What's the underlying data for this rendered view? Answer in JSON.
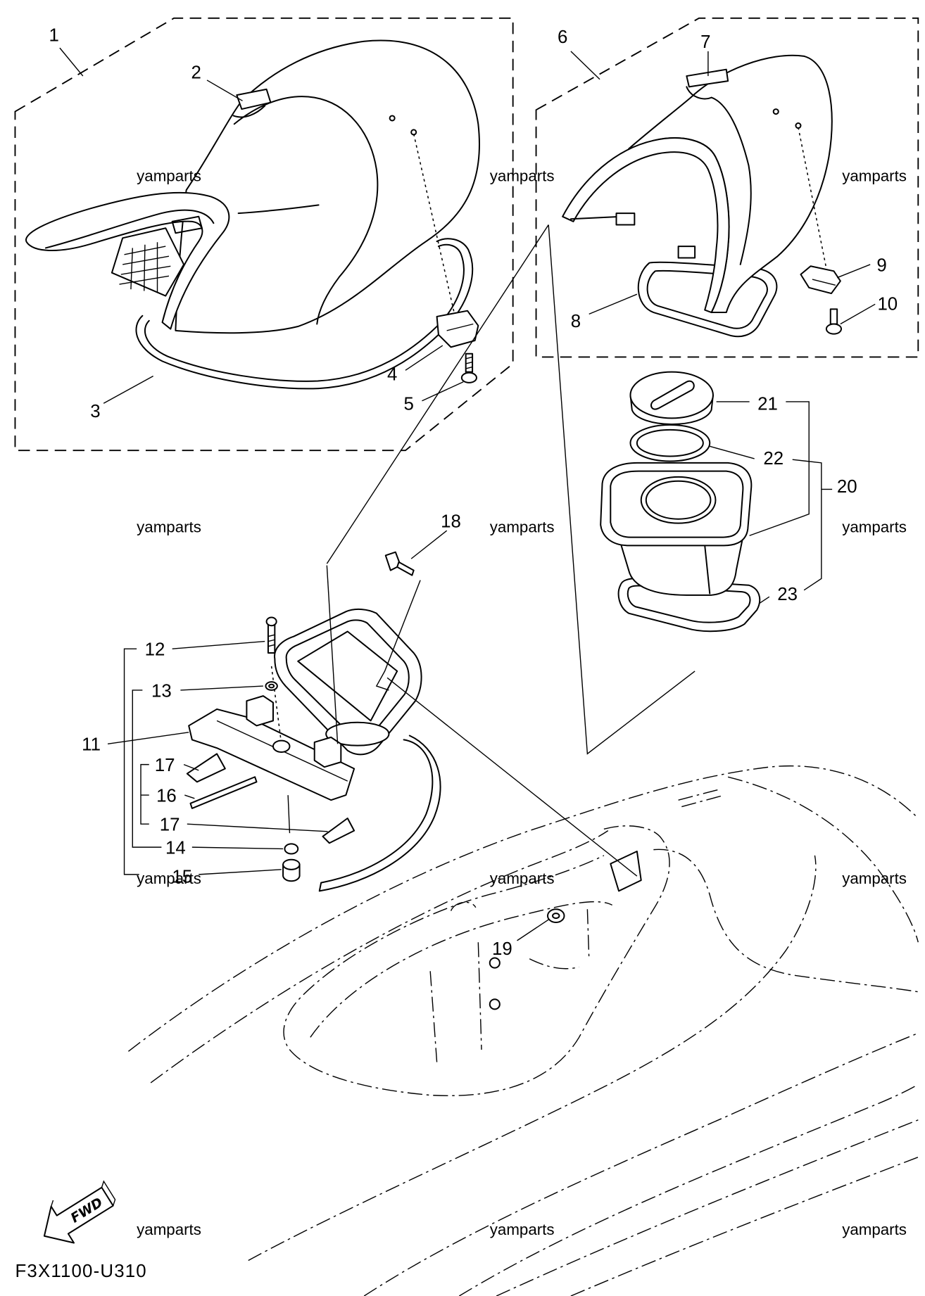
{
  "watermark": "yamparts",
  "fwd_label": "FWD",
  "diagram_code": "F3X1100-U310",
  "callouts": [
    "1",
    "2",
    "3",
    "4",
    "5",
    "6",
    "7",
    "8",
    "9",
    "10",
    "11",
    "12",
    "13",
    "14",
    "15",
    "16",
    "17",
    "18",
    "19",
    "20",
    "21",
    "22",
    "23"
  ],
  "colors": {
    "line": "#000000",
    "background": "#ffffff"
  }
}
